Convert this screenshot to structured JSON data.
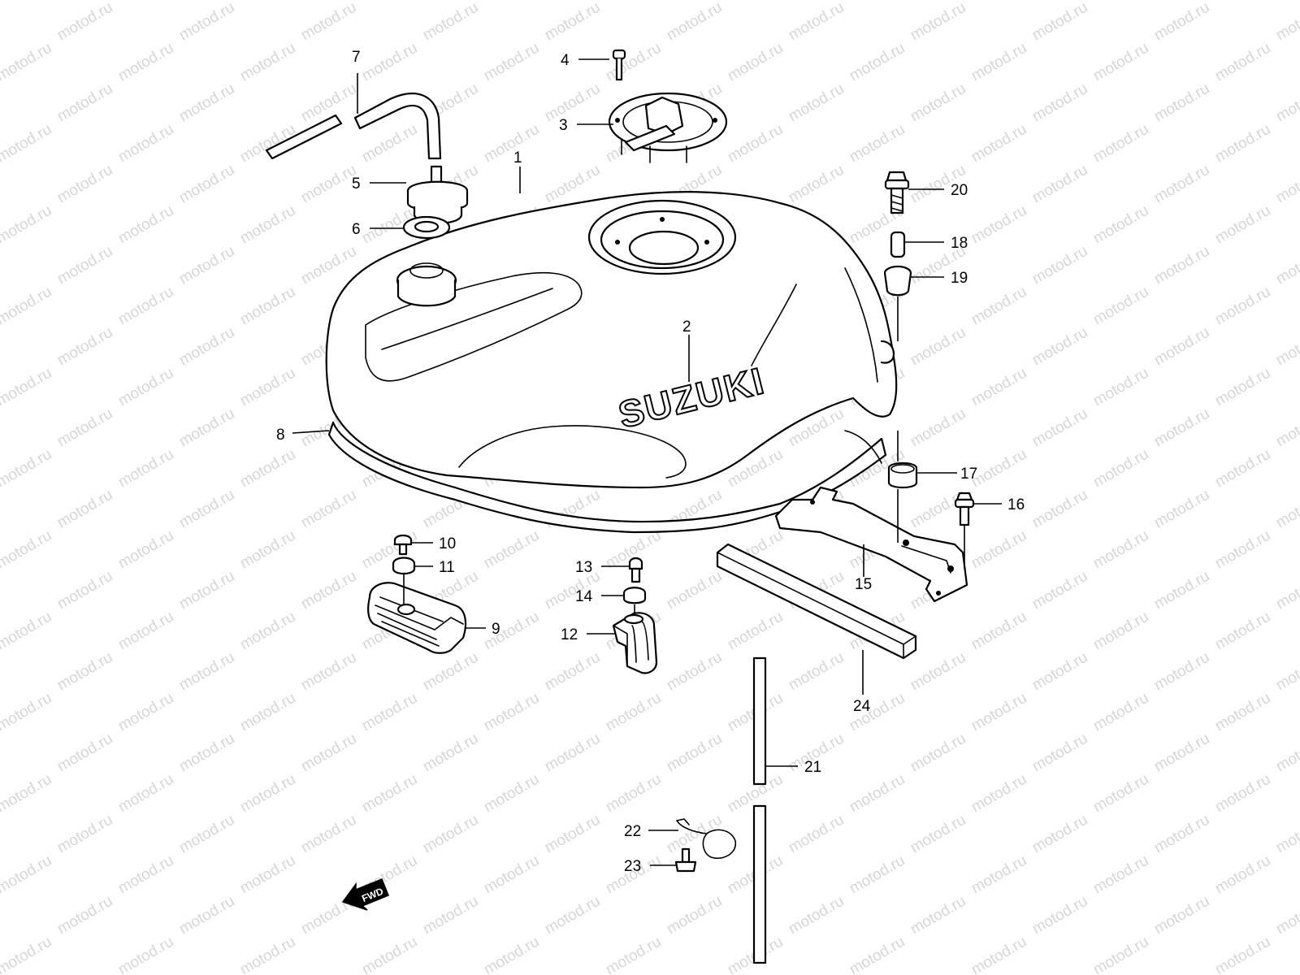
{
  "watermark": "motod.ru",
  "brand_logo": "SUZUKI",
  "direction_badge": "FWD",
  "callouts": [
    {
      "id": "p1",
      "label": "1"
    },
    {
      "id": "p2",
      "label": "2"
    },
    {
      "id": "p3",
      "label": "3"
    },
    {
      "id": "p4",
      "label": "4"
    },
    {
      "id": "p5",
      "label": "5"
    },
    {
      "id": "p6",
      "label": "6"
    },
    {
      "id": "p7",
      "label": "7"
    },
    {
      "id": "p8",
      "label": "8"
    },
    {
      "id": "p9",
      "label": "9"
    },
    {
      "id": "p10",
      "label": "10"
    },
    {
      "id": "p11",
      "label": "11"
    },
    {
      "id": "p12",
      "label": "12"
    },
    {
      "id": "p13",
      "label": "13"
    },
    {
      "id": "p14",
      "label": "14"
    },
    {
      "id": "p15",
      "label": "15"
    },
    {
      "id": "p16",
      "label": "16"
    },
    {
      "id": "p17",
      "label": "17"
    },
    {
      "id": "p18",
      "label": "18"
    },
    {
      "id": "p19",
      "label": "19"
    },
    {
      "id": "p20",
      "label": "20"
    },
    {
      "id": "p21",
      "label": "21"
    },
    {
      "id": "p22",
      "label": "22"
    },
    {
      "id": "p23",
      "label": "23"
    },
    {
      "id": "p24",
      "label": "24"
    }
  ],
  "colors": {
    "line": "#000000",
    "background": "#ffffff",
    "watermark": "#d6d6d6"
  }
}
